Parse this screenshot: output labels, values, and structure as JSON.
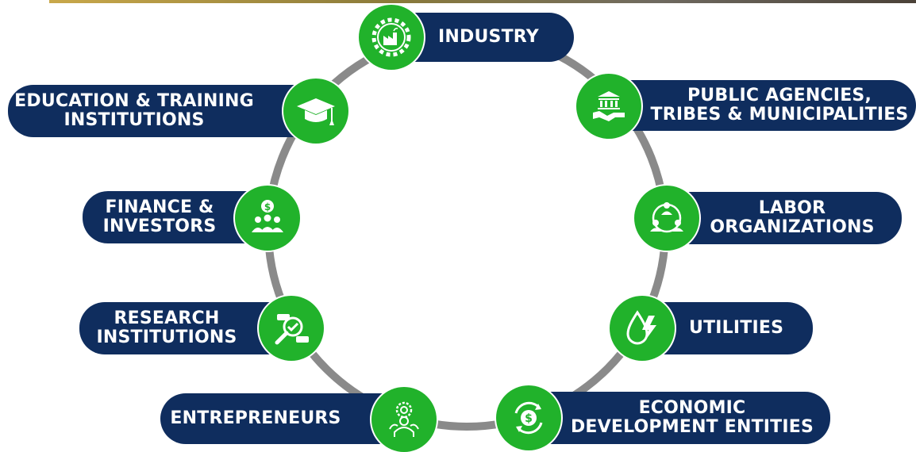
{
  "colors": {
    "pill": "#0f2d5e",
    "icon_circle": "#21b22b",
    "ring": "#8a8a8a"
  },
  "nodes": {
    "industry": {
      "lines": [
        "INDUSTRY"
      ],
      "icon": "factory-gear-icon"
    },
    "public_agencies": {
      "lines": [
        "PUBLIC AGENCIES,",
        "TRIBES & MUNICIPALITIES"
      ],
      "icon": "government-handshake-icon"
    },
    "labor": {
      "lines": [
        "LABOR",
        "ORGANIZATIONS"
      ],
      "icon": "people-network-icon"
    },
    "utilities": {
      "lines": [
        "UTILITIES"
      ],
      "icon": "water-lightning-icon"
    },
    "economic_dev": {
      "lines": [
        "ECONOMIC",
        "DEVELOPMENT ENTITIES"
      ],
      "icon": "dollar-cycle-icon"
    },
    "entrepreneurs": {
      "lines": [
        "ENTREPRENEURS"
      ],
      "icon": "lightbulb-person-icon"
    },
    "research": {
      "lines": [
        "RESEARCH",
        "INSTITUTIONS"
      ],
      "icon": "magnifier-check-icon"
    },
    "finance": {
      "lines": [
        "FINANCE &",
        "INVESTORS"
      ],
      "icon": "dollar-group-icon"
    },
    "education": {
      "lines": [
        "EDUCATION & TRAINING",
        "INSTITUTIONS"
      ],
      "icon": "graduation-cap-icon"
    }
  }
}
